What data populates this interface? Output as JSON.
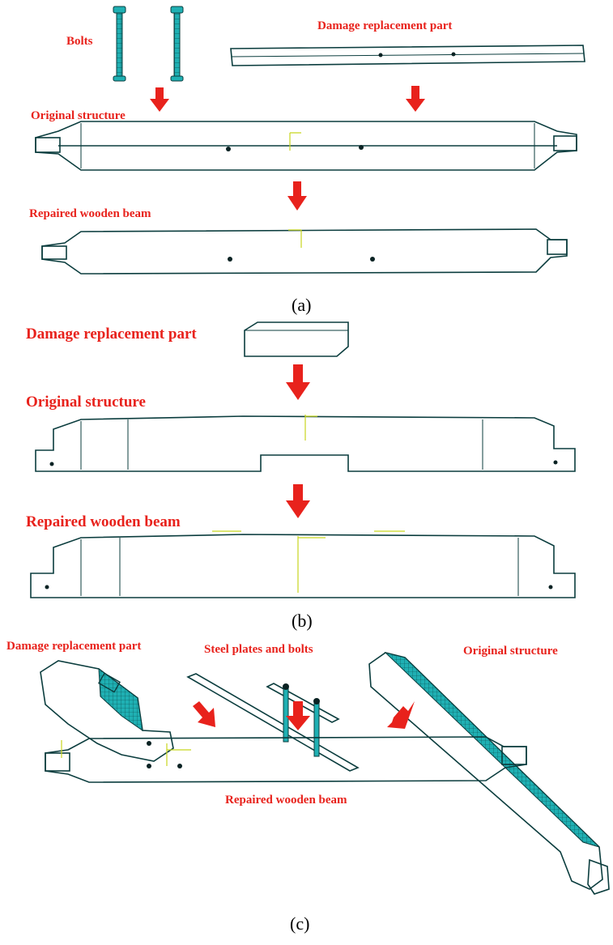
{
  "colors": {
    "mesh": "#1fb0b3",
    "mesh_lines": "#0b4a4b",
    "label": "#e8221c",
    "arrow": "#e8221c"
  },
  "panel_a": {
    "bolts": "Bolts",
    "damage_part": "Damage replacement part",
    "original": "Original structure",
    "repaired": "Repaired wooden beam",
    "caption": "(a)"
  },
  "panel_b": {
    "damage_part": "Damage replacement part",
    "original": "Original structure",
    "repaired": "Repaired wooden beam",
    "caption": "(b)"
  },
  "panel_c": {
    "damage_part": "Damage replacement part",
    "steel_plates": "Steel plates and bolts",
    "original": "Original structure",
    "repaired": "Repaired wooden beam",
    "caption": "(c)"
  }
}
